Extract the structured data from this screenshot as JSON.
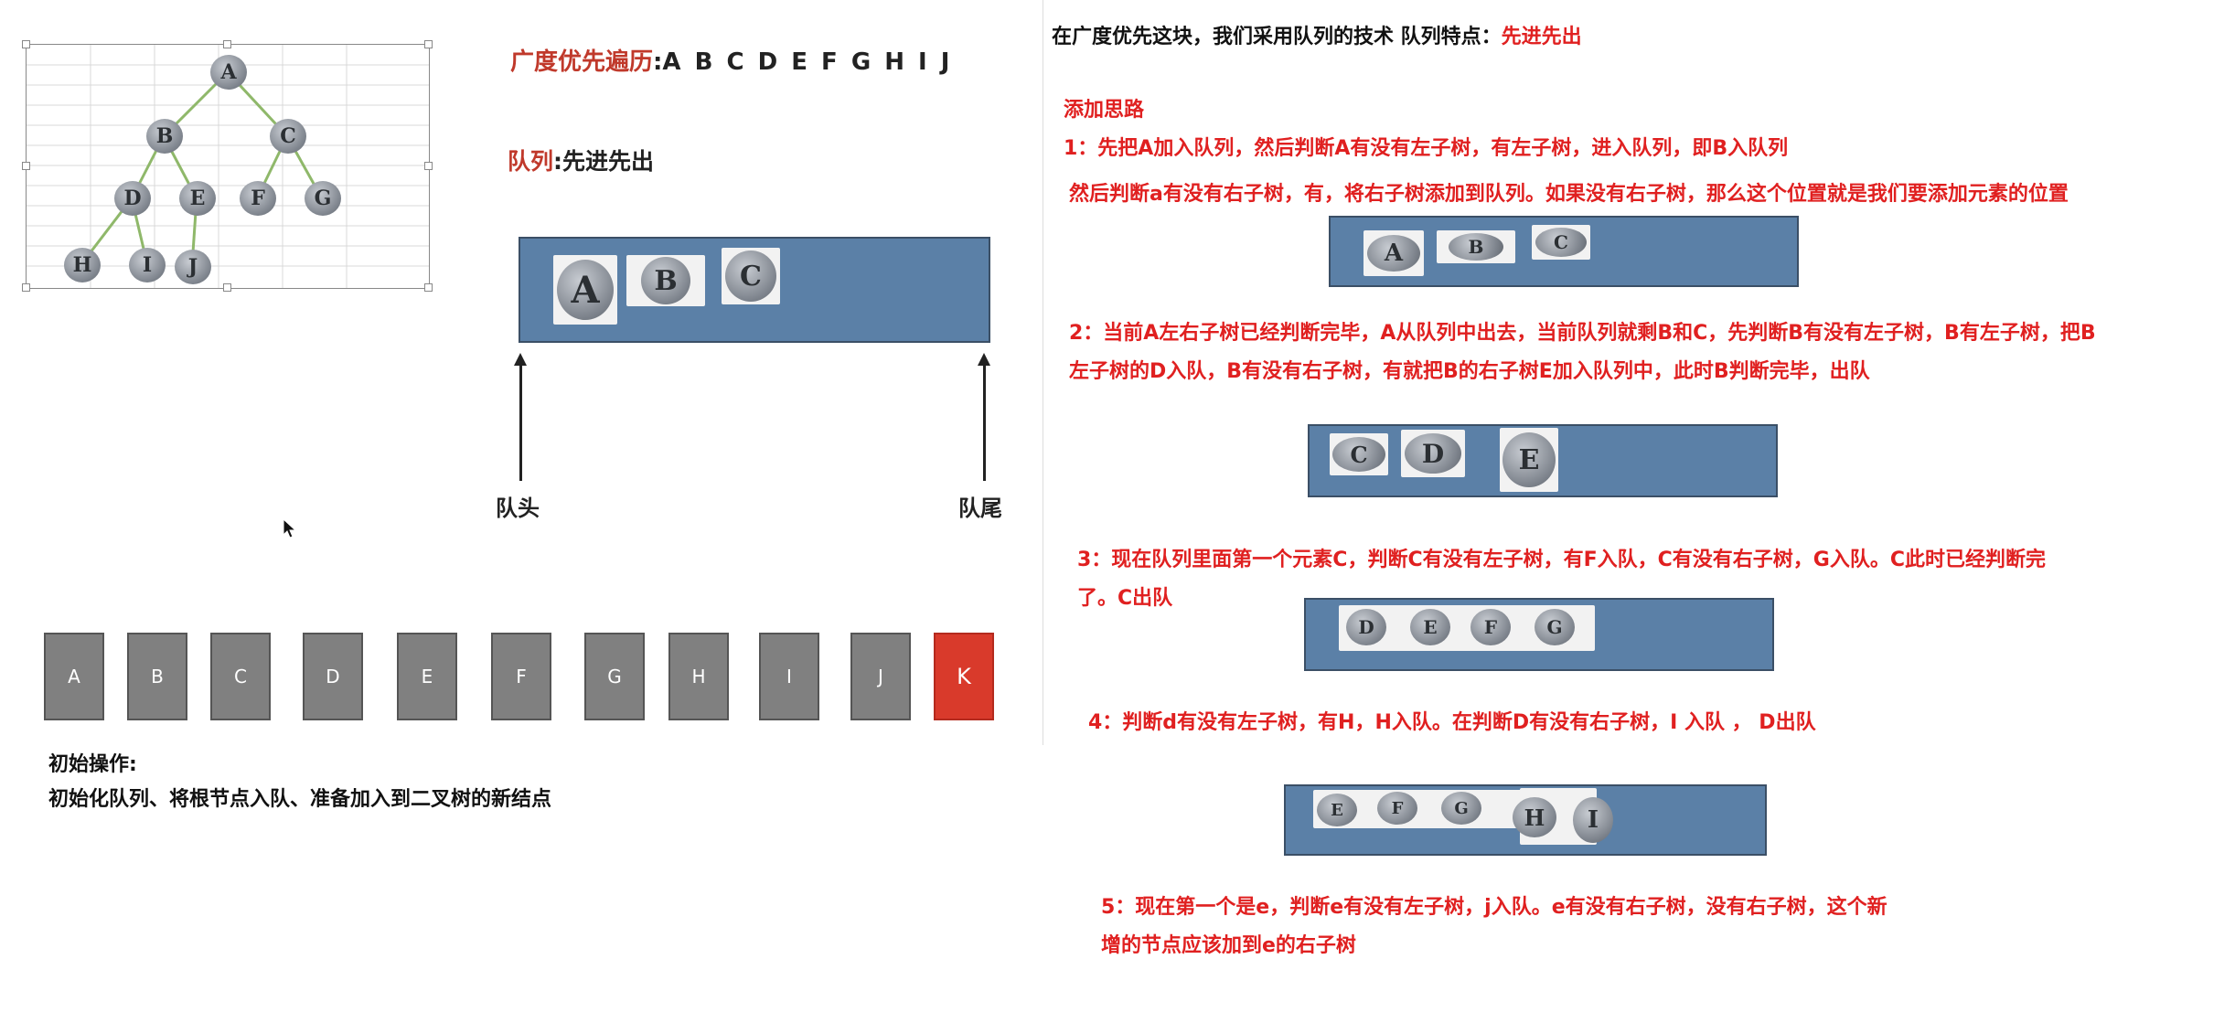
{
  "tree": {
    "nodes": [
      "A",
      "B",
      "C",
      "D",
      "E",
      "F",
      "G",
      "H",
      "I",
      "J"
    ]
  },
  "bfs": {
    "label": "广度优先遍历",
    "colon": ":",
    "sequence": "A B C D E F G H I J"
  },
  "queue": {
    "label": "队列",
    "desc": ":先进先出",
    "items": [
      "A",
      "B",
      "C"
    ],
    "head": "队头",
    "tail": "队尾"
  },
  "boxes": [
    "A",
    "B",
    "C",
    "D",
    "E",
    "F",
    "G",
    "H",
    "I",
    "J",
    "K"
  ],
  "init": {
    "title": "初始操作:",
    "desc": "初始化队列、将根节点入队、准备加入到二叉树的新结点"
  },
  "right": {
    "intro": "在广度优先这块，我们采用队列的技术   队列特点：",
    "intro_red": "先进先出",
    "idea_title": "添加思路",
    "step1a": "1：先把A加入队列，然后判断A有没有左子树，有左子树，进入队列，即B入队列",
    "step1b": "然后判断a有没有右子树，有，将右子树添加到队列。如果没有右子树，那么这个位置就是我们要添加元素的位置",
    "q1": [
      "A",
      "B",
      "C"
    ],
    "step2a": "2：当前A左右子树已经判断完毕，A从队列中出去，当前队列就剩B和C，先判断B有没有左子树，B有左子树，把B",
    "step2b": "左子树的D入队，B有没有右子树，有就把B的右子树E加入队列中，此时B判断完毕，出队",
    "q2": [
      "C",
      "D",
      "E"
    ],
    "step3a": "3：现在队列里面第一个元素C，判断C有没有左子树，有F入队，C有没有右子树，G入队。C此时已经判断完",
    "step3b": "了。C出队",
    "q3": [
      "D",
      "E",
      "F",
      "G"
    ],
    "step4": "4：判断d有没有左子树，有H，H入队。在判断D有没有右子树，I 入队 ， D出队",
    "q4": [
      "E",
      "F",
      "G",
      "H",
      "I"
    ],
    "step5a": "5：现在第一个是e，判断e有没有左子树，j入队。e有没有右子树，没有右子树，这个新",
    "step5b": "增的节点应该加到e的右子树"
  },
  "colors": {
    "queue_blue": "#5b80a7",
    "red": "#e02020",
    "box_gray": "#808080",
    "box_red": "#d93a2b"
  }
}
